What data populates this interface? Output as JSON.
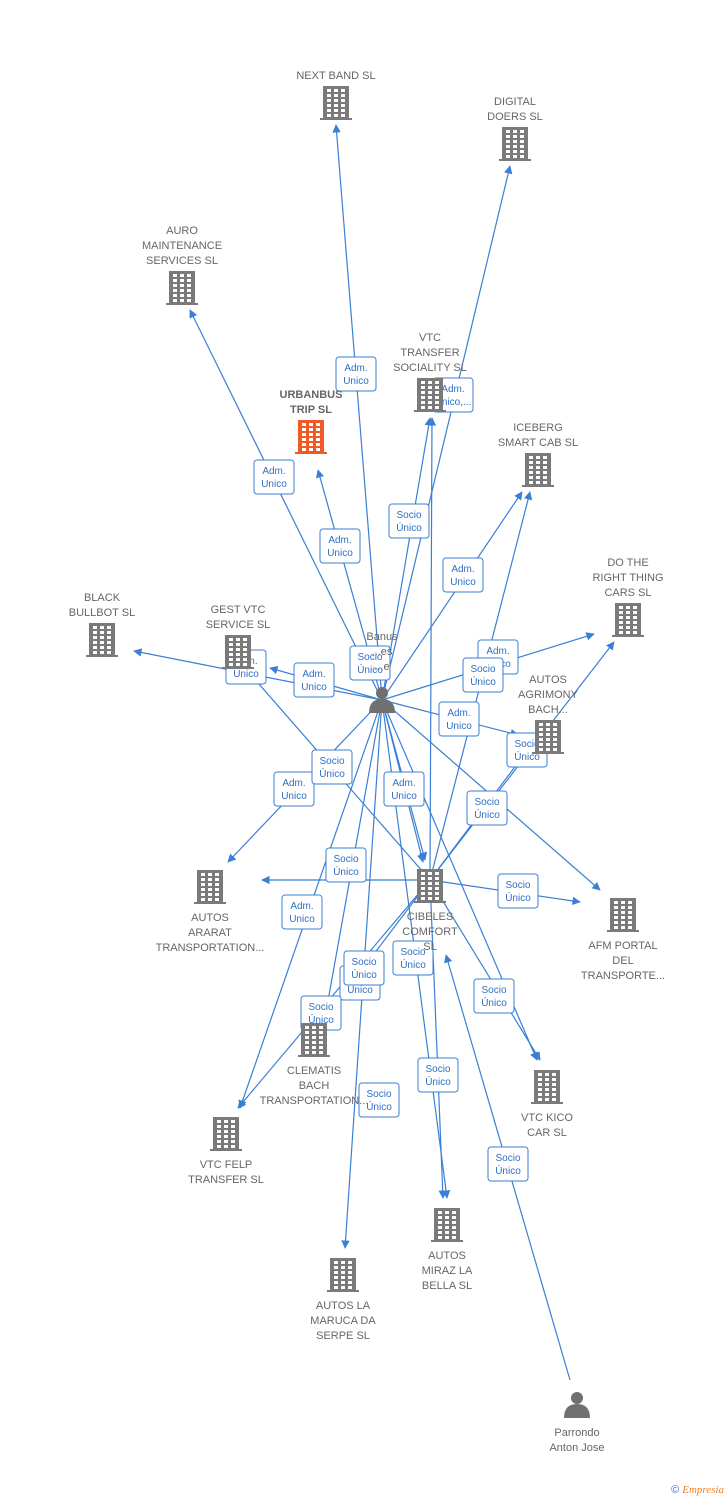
{
  "colors": {
    "edge": "#3a7fd5",
    "building": "#7a7a7a",
    "building_highlight": "#f05a24",
    "person": "#707070",
    "label": "#666666"
  },
  "nodes": [
    {
      "id": "next_band",
      "type": "company",
      "lines": [
        "NEXT BAND  SL"
      ]
    },
    {
      "id": "digital_doers",
      "type": "company",
      "lines": [
        "DIGITAL",
        "DOERS  SL"
      ]
    },
    {
      "id": "auro",
      "type": "company",
      "lines": [
        "AURO",
        "MAINTENANCE",
        "SERVICES  SL"
      ]
    },
    {
      "id": "vtc_transfer_sociality",
      "type": "company",
      "lines": [
        "VTC",
        "TRANSFER",
        "SOCIALITY  SL"
      ]
    },
    {
      "id": "urbanbus",
      "type": "company",
      "highlight": true,
      "lines": [
        "URBANBUS",
        "TRIP  SL"
      ]
    },
    {
      "id": "iceberg",
      "type": "company",
      "lines": [
        "ICEBERG",
        "SMART CAB  SL"
      ]
    },
    {
      "id": "do_the_right",
      "type": "company",
      "lines": [
        "DO THE",
        "RIGHT THING",
        "CARS  SL"
      ]
    },
    {
      "id": "black_bullbot",
      "type": "company",
      "lines": [
        "BLACK",
        "BULLBOT  SL"
      ]
    },
    {
      "id": "gest_vtc",
      "type": "company",
      "lines": [
        "GEST VTC",
        "SERVICE  SL"
      ]
    },
    {
      "id": "autos_agrimony",
      "type": "company",
      "lines": [
        "AUTOS",
        "AGRIMONY",
        "BACH..."
      ]
    },
    {
      "id": "banus",
      "type": "person",
      "lines": [
        "Banus",
        "...es",
        "...e"
      ]
    },
    {
      "id": "autos_ararat",
      "type": "company",
      "lines": [
        "AUTOS",
        "ARARAT",
        "TRANSPORTATION..."
      ]
    },
    {
      "id": "cibeles",
      "type": "company",
      "lines": [
        "CIBELES",
        "COMFORT",
        "SL"
      ]
    },
    {
      "id": "afm_portal",
      "type": "company",
      "lines": [
        "AFM PORTAL",
        "DEL",
        "TRANSPORTE..."
      ]
    },
    {
      "id": "clematis",
      "type": "company",
      "lines": [
        "CLEMATIS",
        "BACH",
        "TRANSPORTATION..."
      ]
    },
    {
      "id": "vtc_kico",
      "type": "company",
      "lines": [
        "VTC KICO",
        "CAR  SL"
      ]
    },
    {
      "id": "vtc_felp",
      "type": "company",
      "lines": [
        "VTC FELP",
        "TRANSFER  SL"
      ]
    },
    {
      "id": "autos_miraz",
      "type": "company",
      "lines": [
        "AUTOS",
        "MIRAZ LA",
        "BELLA  SL"
      ]
    },
    {
      "id": "autos_la_maruca",
      "type": "company",
      "lines": [
        "AUTOS LA",
        "MARUCA DA",
        "SERPE  SL"
      ]
    },
    {
      "id": "parrondo",
      "type": "person",
      "lines": [
        "Parrondo",
        "Anton Jose"
      ]
    }
  ],
  "edges": [
    {
      "from": "banus",
      "to": "next_band",
      "label": [
        "Adm.",
        "Unico"
      ]
    },
    {
      "from": "banus",
      "to": "digital_doers",
      "label": []
    },
    {
      "from": "banus",
      "to": "auro",
      "label": [
        "Adm.",
        "Unico"
      ]
    },
    {
      "from": "banus",
      "to": "vtc_transfer_sociality",
      "label": [
        "Adm.",
        "Unico,..."
      ]
    },
    {
      "from": "banus",
      "to": "urbanbus",
      "label": [
        "Adm.",
        "Unico"
      ]
    },
    {
      "from": "banus",
      "to": "iceberg",
      "label": [
        "Adm.",
        "Unico"
      ]
    },
    {
      "from": "banus",
      "to": "do_the_right",
      "label": [
        "Adm.",
        "Unico"
      ]
    },
    {
      "from": "banus",
      "to": "black_bullbot",
      "label": [
        "Adm.",
        "Unico"
      ]
    },
    {
      "from": "banus",
      "to": "gest_vtc",
      "label": [
        "Adm.",
        "Unico"
      ]
    },
    {
      "from": "banus",
      "to": "autos_agrimony",
      "label": [
        "Adm.",
        "Unico"
      ]
    },
    {
      "from": "banus",
      "to": "autos_ararat",
      "label": [
        "Adm.",
        "Unico"
      ]
    },
    {
      "from": "banus",
      "to": "cibeles",
      "label": [
        "Adm.",
        "Unico"
      ]
    },
    {
      "from": "banus",
      "to": "afm_portal",
      "label": []
    },
    {
      "from": "banus",
      "to": "clematis",
      "label": [
        "Adm.",
        "Unico"
      ]
    },
    {
      "from": "banus",
      "to": "vtc_kico",
      "label": []
    },
    {
      "from": "banus",
      "to": "vtc_felp",
      "label": [
        "Adm.",
        "Unico"
      ]
    },
    {
      "from": "banus",
      "to": "autos_miraz",
      "label": [
        "Socio",
        "Único"
      ]
    },
    {
      "from": "banus",
      "to": "autos_la_maruca",
      "label": [
        "Socio",
        "Único"
      ]
    },
    {
      "from": "cibeles",
      "to": "vtc_transfer_sociality",
      "label": [
        "Socio",
        "Único"
      ]
    },
    {
      "from": "cibeles",
      "to": "iceberg",
      "label": [
        "Socio",
        "Único"
      ]
    },
    {
      "from": "cibeles",
      "to": "do_the_right",
      "label": [
        "Socio",
        "Único"
      ]
    },
    {
      "from": "cibeles",
      "to": "autos_agrimony",
      "label": [
        "Socio",
        "Único"
      ]
    },
    {
      "from": "cibeles",
      "to": "gest_vtc",
      "label": [
        "Socio",
        "Único"
      ]
    },
    {
      "from": "cibeles",
      "to": "autos_ararat",
      "label": [
        "Socio",
        "Único"
      ]
    },
    {
      "from": "cibeles",
      "to": "afm_portal",
      "label": [
        "Socio",
        "Único"
      ]
    },
    {
      "from": "cibeles",
      "to": "vtc_kico",
      "label": [
        "Socio",
        "Único"
      ]
    },
    {
      "from": "cibeles",
      "to": "clematis",
      "label": [
        "Socio",
        "Único"
      ]
    },
    {
      "from": "cibeles",
      "to": "vtc_felp",
      "label": [
        "Socio",
        "Único"
      ]
    },
    {
      "from": "cibeles",
      "to": "autos_miraz",
      "label": [
        "Socio",
        "Único"
      ]
    },
    {
      "from": "parrondo",
      "to": "cibeles",
      "label": [
        "Socio",
        "Único"
      ]
    },
    {
      "from": "banus",
      "to": "cibeles",
      "label": [
        "Socio",
        "Único"
      ]
    }
  ],
  "copyright": {
    "symbol": "©",
    "brand": "Empresia"
  }
}
